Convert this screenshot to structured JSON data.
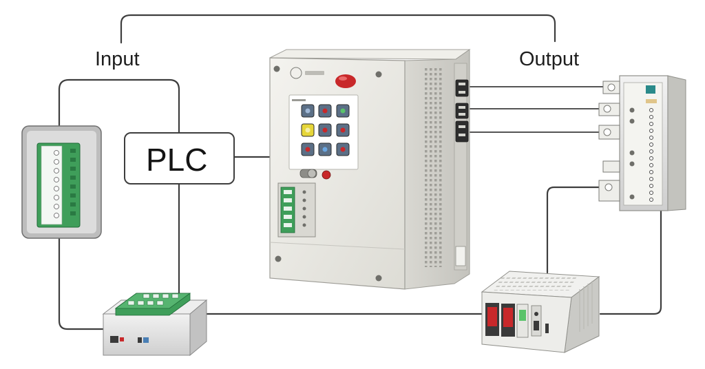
{
  "labels": {
    "input": "Input",
    "output": "Output",
    "plc": "PLC"
  },
  "colors": {
    "wire": "#3d3d3d",
    "terminal_green": "#3f9e5a",
    "cabinet_body": "#e9e8e2",
    "indicator_red": "#c8282a",
    "indicator_yellow": "#e6d63a"
  },
  "components": [
    "input-terminal-block",
    "input-junction-box",
    "plc-control-cabinet",
    "output-terminal-strip",
    "output-relay-module"
  ]
}
